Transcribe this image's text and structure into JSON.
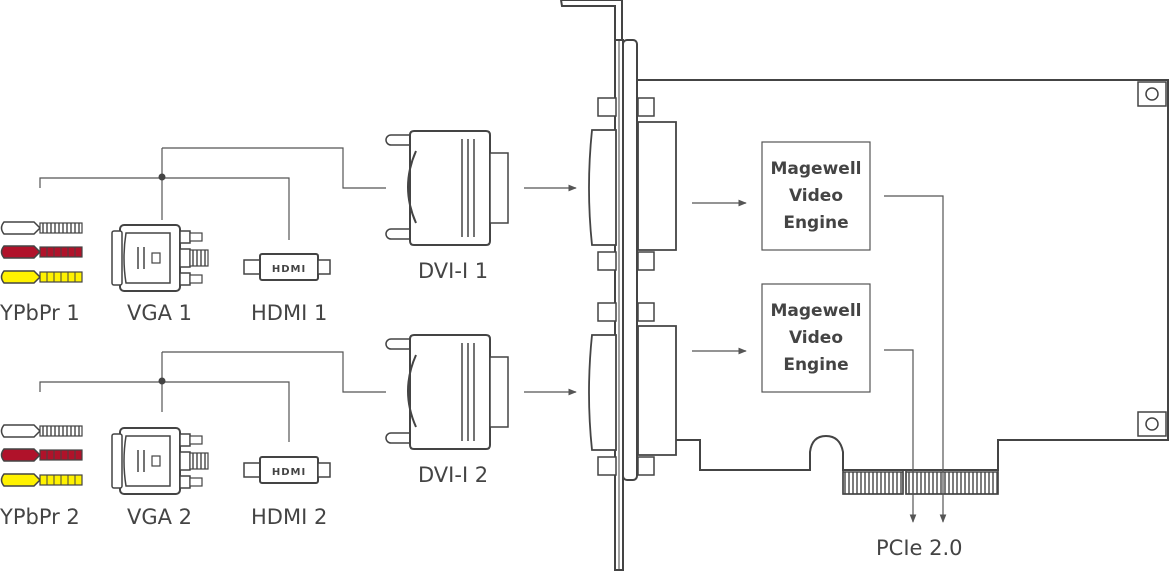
{
  "labels": {
    "ypbpr1": "YPbPr 1",
    "vga1": "VGA 1",
    "hdmi1": "HDMI 1",
    "ypbpr2": "YPbPr 2",
    "vga2": "VGA 2",
    "hdmi2": "HDMI 2",
    "dvi1": "DVI-I 1",
    "dvi2": "DVI-I 2",
    "pcie": "PCIe 2.0",
    "hdmi_plug_text": "HDMI"
  },
  "engines": [
    {
      "line1": "Magewell",
      "line2": "Video",
      "line3": "Engine"
    },
    {
      "line1": "Magewell",
      "line2": "Video",
      "line3": "Engine"
    }
  ],
  "colors": {
    "line": "#555555",
    "outline": "#444444",
    "text": "#444444",
    "rca_red": "#b0122a",
    "rca_yellow": "#fff200",
    "rca_white": "#ffffff"
  },
  "icons": [
    "rca-connector-icon",
    "vga-connector-icon",
    "hdmi-connector-icon",
    "dvi-connector-icon",
    "pcie-card-icon"
  ]
}
